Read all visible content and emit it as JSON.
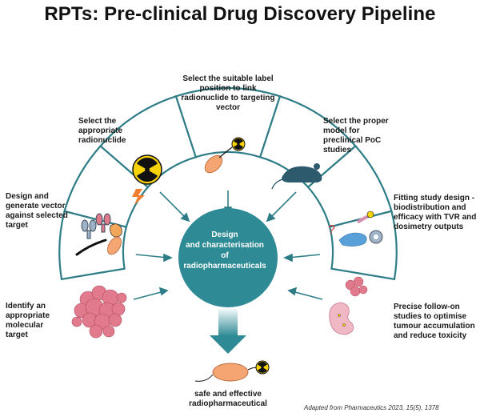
{
  "title": "RPTs: Pre-clinical Drug Discovery Pipeline",
  "center": {
    "line1": "Design",
    "line2": "and characterisation",
    "line3": "of",
    "line4": "radiopharmaceuticals"
  },
  "steps": {
    "target": [
      "Identify an",
      "appropriate",
      "molecular",
      "target"
    ],
    "vector": [
      "Design and",
      "generate vector",
      "against selected",
      "target"
    ],
    "radionuclide": [
      "Select the",
      "appropriate",
      "radionuclide"
    ],
    "label": [
      "Select the suitable label",
      "position to link",
      "radionuclide to targeting",
      "vector"
    ],
    "model": [
      "Select the proper",
      "model for",
      "preclinical PoC",
      "studies"
    ],
    "study": [
      "Fitting study design -",
      "biodistribution and",
      "efficacy with TVR and",
      "dosimetry outputs"
    ],
    "followon": [
      "Precise follow-on",
      "studies to optimise",
      "tumour accumulation",
      "and reduce toxicity"
    ]
  },
  "output": [
    "safe and effective",
    "radiopharmaceutical"
  ],
  "footer": "Adapted from Pharmaceutics 2023, 15(5), 1378",
  "colors": {
    "teal": "#2e8a95",
    "teal_light": "#cfe3e6",
    "orange": "#f4a571",
    "yellow": "#f5d20a",
    "arc_stroke": "#2e7d86"
  }
}
